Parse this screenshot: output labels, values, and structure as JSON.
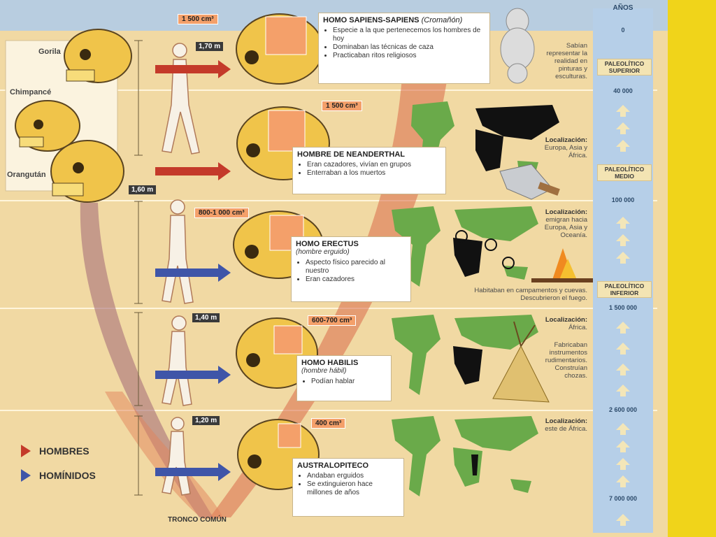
{
  "colors": {
    "hombres_arrow": "#c43a2a",
    "hominidos_arrow": "#3f55a8",
    "continent": "#6aaa4a",
    "highlight": "#111111",
    "brain": "#f4a06a"
  },
  "header": {
    "years_label": "AÑOS"
  },
  "apes": [
    "Gorila",
    "Chimpancé",
    "Orangután"
  ],
  "trunk_label": "TRONCO COMÚN",
  "legend": {
    "hombres": "HOMBRES",
    "hominidos": "HOMÍNIDOS"
  },
  "timeline": {
    "ticks": [
      "0",
      "40 000",
      "100 000",
      "1 500 000",
      "2 600 000",
      "7 000 000"
    ],
    "eras": [
      "PALEOLÍTICO SUPERIOR",
      "PALEOLÍTICO MEDIO",
      "PALEOLÍTICO INFERIOR"
    ]
  },
  "species": [
    {
      "title": "HOMO SAPIENS-SAPIENS",
      "subtitle": "(Cromañón)",
      "brain": "1 500 cm³",
      "height": "1,70 m",
      "bullets": [
        "Especie a la que pertenecemos los hombres de hoy",
        "Dominaban las técnicas de caza",
        "Practicaban ritos religiosos"
      ],
      "note": "Sabían representar la realidad en pinturas y esculturas."
    },
    {
      "title": "HOMBRE DE NEANDERTHAL",
      "subtitle": "",
      "brain": "1 500 cm³",
      "height": "1,60 m",
      "bullets": [
        "Eran cazadores, vivían en grupos",
        "Enterraban a los muertos"
      ],
      "loc_title": "Localización:",
      "loc_text": "Europa, Asia y África."
    },
    {
      "title": "HOMO ERECTUS",
      "subtitle": "(hombre erguido)",
      "brain": "800-1 000 cm³",
      "height": "",
      "bullets": [
        "Aspecto físico parecido al nuestro",
        "Eran cazadores"
      ],
      "loc_title": "Localización:",
      "loc_text": "emigran hacia Europa, Asia y Oceanía.",
      "note": "Habitaban en campamentos y cuevas. Descubrieron el fuego."
    },
    {
      "title": "HOMO HABILIS",
      "subtitle": "(hombre hábil)",
      "brain": "600-700 cm³",
      "height": "1,40 m",
      "bullets": [
        "Podían hablar"
      ],
      "loc_title": "Localización:",
      "loc_text": "África.",
      "note": "Fabricaban instrumentos rudimentarios. Construían chozas."
    },
    {
      "title": "AUSTRALOPITECO",
      "subtitle": "",
      "brain": "400 cm³",
      "height": "1,20 m",
      "bullets": [
        "Andaban erguidos",
        "Se extinguieron hace millones de años"
      ],
      "loc_title": "Localización:",
      "loc_text": "este de África."
    }
  ]
}
